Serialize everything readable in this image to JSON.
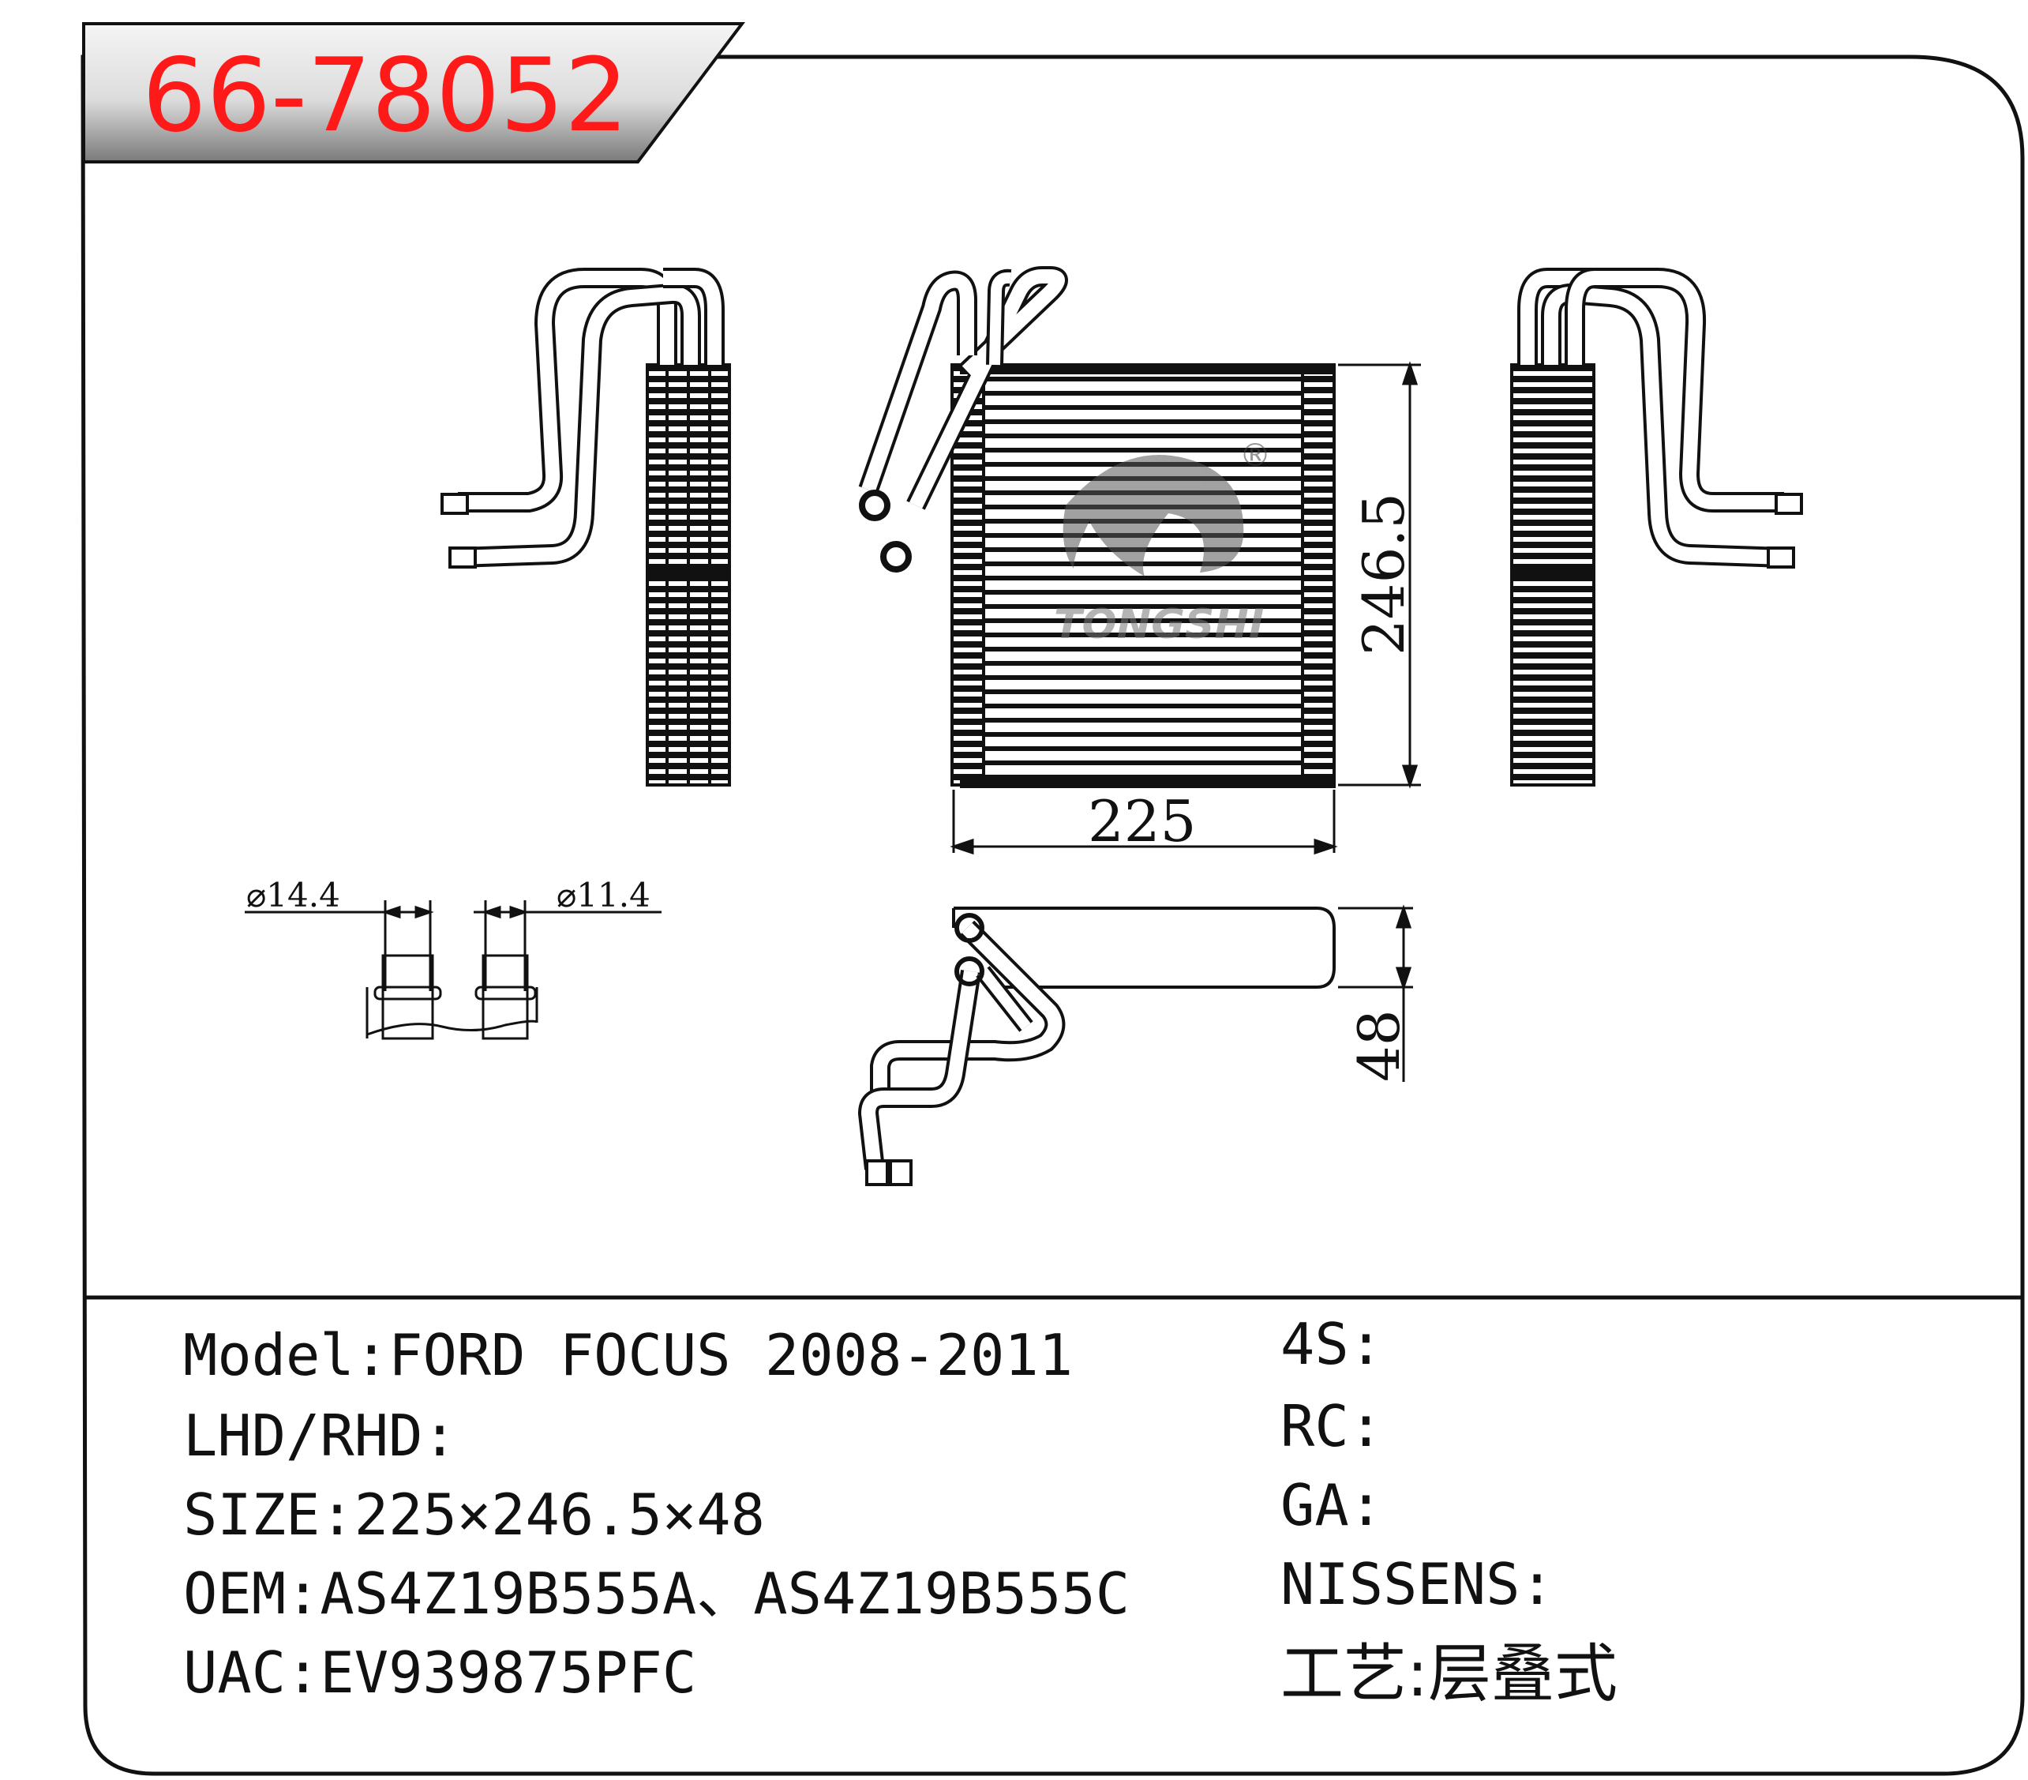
{
  "title": {
    "part_number": "66-78052"
  },
  "drawing": {
    "dim_width": "225",
    "dim_height": "246.5",
    "dim_depth": "48",
    "pipe_diameter_left": "⌀14.4",
    "pipe_diameter_right": "⌀11.4",
    "watermark": "TONGSHI",
    "registered_mark": "®"
  },
  "specs_left": [
    {
      "key": "Model:",
      "value": "FORD FOCUS 2008-2011"
    },
    {
      "key": "LHD/RHD:",
      "value": ""
    },
    {
      "key": "SIZE:",
      "value": "225×246.5×48"
    },
    {
      "key": "OEM:",
      "value": "AS4Z19B555A、AS4Z19B555C"
    },
    {
      "key": "UAC:",
      "value": "EV939875PFC"
    }
  ],
  "specs_right": [
    {
      "key": "4S:",
      "value": ""
    },
    {
      "key": "RC:",
      "value": ""
    },
    {
      "key": "GA:",
      "value": ""
    },
    {
      "key": "NISSENS:",
      "value": ""
    },
    {
      "key": "工艺:",
      "value": "层叠式"
    }
  ],
  "colors": {
    "title_red": "#ff1a1a",
    "line": "#111111",
    "title_gradient_dark": "#7a7a7a"
  }
}
